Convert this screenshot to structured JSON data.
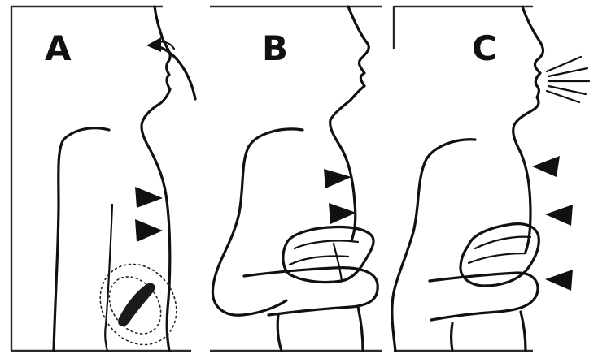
{
  "panels": [
    {
      "label": "A"
    },
    {
      "label": "B"
    },
    {
      "label": "C"
    }
  ],
  "colors": {
    "ink": "#111111",
    "background": "#ffffff"
  },
  "icons": {
    "inhale_arrow": "curved-inhalation-arrow-icon",
    "push_arrow": "triangle-arrowhead-icon",
    "exhale_lines": "exhalation-lines-icon"
  }
}
